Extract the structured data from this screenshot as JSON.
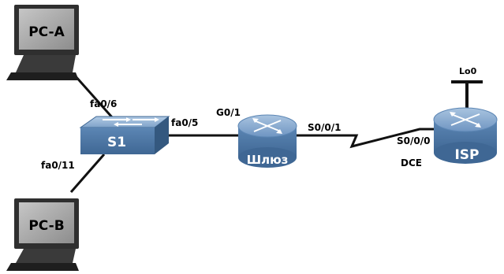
{
  "devices": {
    "pc_a": {
      "label": "PC-A"
    },
    "pc_b": {
      "label": "PC-B"
    },
    "switch": {
      "label": "S1"
    },
    "gateway": {
      "label": "Шлюз"
    },
    "isp": {
      "label": "ISP"
    }
  },
  "interfaces": {
    "s1_fa06": "fa0/6",
    "s1_fa011": "fa0/11",
    "s1_fa05": "fa0/5",
    "gw_g01": "G0/1",
    "gw_s001": "S0/0/1",
    "isp_s000": "S0/0/0",
    "isp_lo0": "Lo0",
    "dce": "DCE"
  },
  "colors": {
    "device_blue": "#5c86b4",
    "device_blue_dark": "#3f6794",
    "pc_screen": "#a0a0a0",
    "pc_frame": "#2f2f2f",
    "link": "#111111",
    "text": "#000000"
  }
}
